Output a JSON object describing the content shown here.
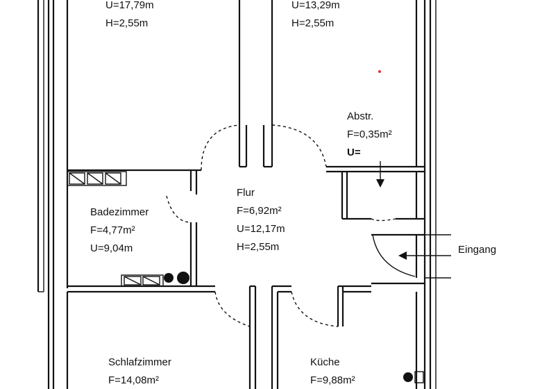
{
  "rooms": {
    "top_left": {
      "U": "U=17,79m",
      "H": "H=2,55m"
    },
    "top_right": {
      "U": "U=13,29m",
      "H": "H=2,55m"
    },
    "abstellraum": {
      "name": "Abstr.",
      "F": "F=0,35m²",
      "U": "U="
    },
    "flur": {
      "name": "Flur",
      "F": "F=6,92m²",
      "U": "U=12,17m",
      "H": "H=2,55m"
    },
    "badezimmer": {
      "name": "Badezimmer",
      "F": "F=4,77m²",
      "U": "U=9,04m"
    },
    "schlafzimmer": {
      "name": "Schlafzimmer",
      "F": "F=14,08m²"
    },
    "kueche": {
      "name": "Küche",
      "F": "F=9,88m²"
    }
  },
  "entrance_label": "Eingang"
}
